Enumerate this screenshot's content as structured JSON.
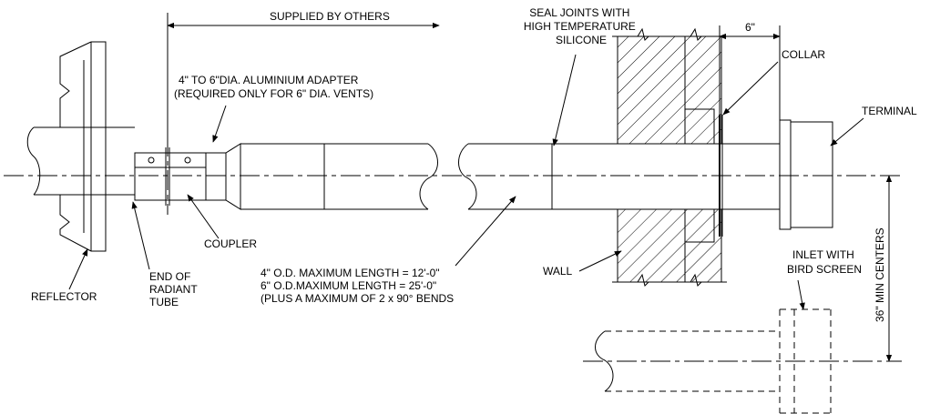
{
  "labels": {
    "supplied_by_others": "SUPPLIED BY OTHERS",
    "seal_joints": [
      "SEAL JOINTS WITH",
      "HIGH TEMPERATURE",
      "SILICONE"
    ],
    "dim_6in": "6\"",
    "collar": "COLLAR",
    "adapter": [
      "4\" TO 6\"DIA. ALUMINIUM ADAPTER",
      "(REQUIRED ONLY FOR 6\" DIA. VENTS)"
    ],
    "terminal": "TERMINAL",
    "coupler": "COUPLER",
    "reflector": "REFLECTOR",
    "end_of_tube": [
      "END OF",
      "RADIANT",
      "TUBE"
    ],
    "max_length": [
      "4\" O.D. MAXIMUM LENGTH = 12'-0\"",
      "6\" O.D.MAXIMUM LENGTH = 25'-0\"",
      "(PLUS A MAXIMUM OF 2 x 90° BENDS"
    ],
    "wall": "WALL",
    "inlet": [
      "INLET WITH",
      "BIRD SCREEN"
    ],
    "min_centers": "36\" MIN CENTERS"
  }
}
